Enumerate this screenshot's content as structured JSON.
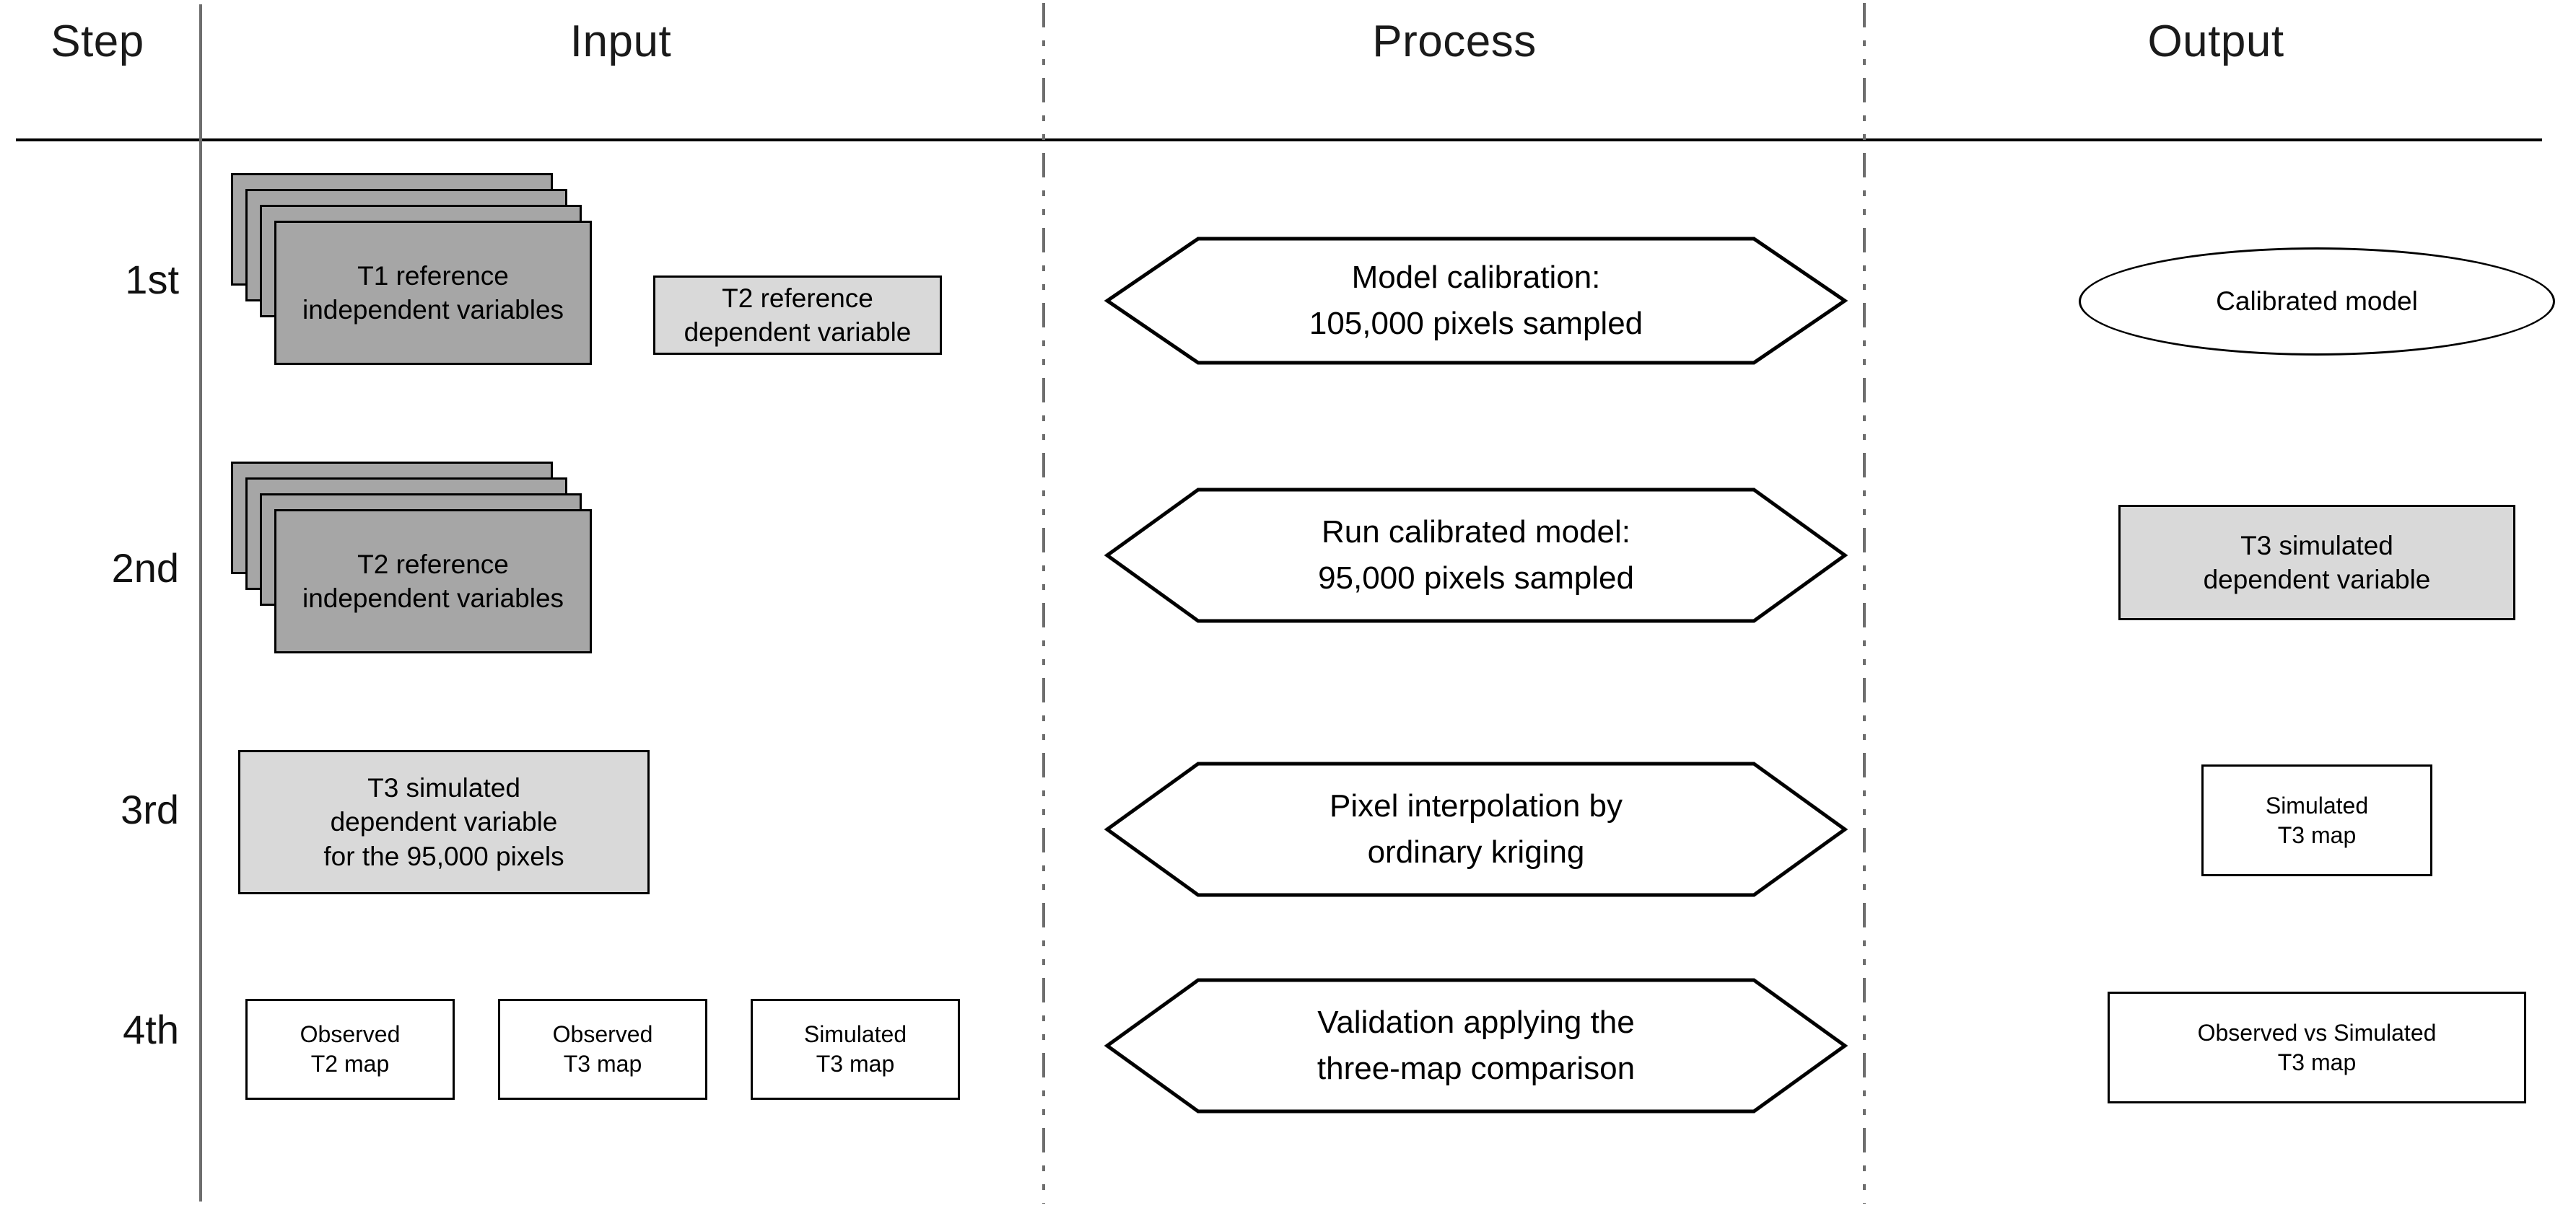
{
  "header": {
    "columns": [
      {
        "key": "step",
        "label": "Step"
      },
      {
        "key": "input",
        "label": "Input"
      },
      {
        "key": "process",
        "label": "Process"
      },
      {
        "key": "output",
        "label": "Output"
      }
    ]
  },
  "steps": [
    {
      "label": "1st"
    },
    {
      "label": "2nd"
    },
    {
      "label": "3rd"
    },
    {
      "label": "4th"
    }
  ],
  "rows": [
    {
      "step": "1st",
      "input": [
        {
          "shape": "stacked-card",
          "text": "T1 reference independent variables",
          "fill": "#a6a6a6"
        },
        {
          "shape": "rect",
          "text": "T2 reference dependent variable",
          "fill": "#d9d9d9"
        }
      ],
      "process": {
        "shape": "hexagon",
        "line1": "Model calibration:",
        "line2": "105,000 pixels sampled"
      },
      "output": {
        "shape": "ellipse",
        "text": "Calibrated model"
      }
    },
    {
      "step": "2nd",
      "input": [
        {
          "shape": "stacked-card",
          "text": "T2 reference independent variables",
          "fill": "#a6a6a6"
        }
      ],
      "process": {
        "shape": "hexagon",
        "line1": "Run calibrated model:",
        "line2": "95,000 pixels sampled"
      },
      "output": {
        "shape": "rect",
        "line1": "T3 simulated",
        "line2": "dependent variable",
        "fill": "#d9d9d9"
      }
    },
    {
      "step": "3rd",
      "input": [
        {
          "shape": "rect",
          "line1": "T3 simulated",
          "line2": "dependent variable",
          "line3": "for the 95,000 pixels",
          "fill": "#d9d9d9"
        }
      ],
      "process": {
        "shape": "hexagon",
        "line1": "Pixel interpolation by",
        "line2": "ordinary kriging"
      },
      "output": {
        "shape": "rect",
        "line1": "Simulated",
        "line2": "T3 map",
        "fill": "#ffffff"
      }
    },
    {
      "step": "4th",
      "input": [
        {
          "shape": "rect",
          "line1": "Observed",
          "line2": "T2 map",
          "fill": "#ffffff"
        },
        {
          "shape": "rect",
          "line1": "Observed",
          "line2": "T3 map",
          "fill": "#ffffff"
        },
        {
          "shape": "rect",
          "line1": "Simulated",
          "line2": "T3 map",
          "fill": "#ffffff"
        }
      ],
      "process": {
        "shape": "hexagon",
        "line1": "Validation applying the",
        "line2": "three-map comparison"
      },
      "output": {
        "shape": "rect",
        "line1": "Observed vs Simulated",
        "line2": "T3 map",
        "fill": "#ffffff"
      }
    }
  ],
  "colors": {
    "ink": "#000000",
    "rule": "#6e6e6e",
    "card_dark": "#a6a6a6",
    "card_light": "#d9d9d9",
    "page": "#ffffff"
  }
}
